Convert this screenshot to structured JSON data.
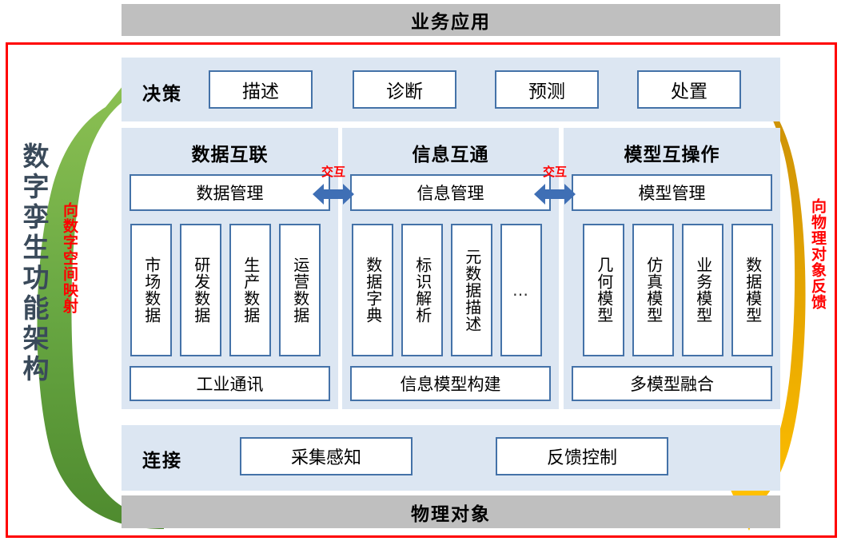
{
  "diagram": {
    "title_vertical": "数字孪生功能架构",
    "top_bar": "业务应用",
    "bottom_bar": "物理对象",
    "left_flow_label": "向数字空间映射",
    "right_flow_label": "向物理对象反馈",
    "colors": {
      "frame_red": "#ff0000",
      "gray_bar": "#bfbfbf",
      "panel_blue": "#dce6f2",
      "box_border": "#4472a8",
      "arrow_green": "#70ad47",
      "arrow_gold": "#ffc000",
      "arrow_gold_dark": "#d4960a",
      "title_color": "#3a4a5a",
      "accent_red": "#ff0000",
      "interaction_arrow_blue": "#3f6fb5"
    }
  },
  "decision_row": {
    "label": "决策",
    "items": [
      "描述",
      "诊断",
      "预测",
      "处置"
    ]
  },
  "columns": [
    {
      "header": "数据互联",
      "management": "数据管理",
      "items": [
        "市场数据",
        "研发数据",
        "生产数据",
        "运营数据"
      ],
      "footer": "工业通讯"
    },
    {
      "header": "信息互通",
      "management": "信息管理",
      "items": [
        "数据字典",
        "标识解析",
        "元数据描述",
        "…"
      ],
      "footer": "信息模型构建"
    },
    {
      "header": "模型互操作",
      "management": "模型管理",
      "items": [
        "几何模型",
        "仿真模型",
        "业务模型",
        "数据模型"
      ],
      "footer": "多模型融合"
    }
  ],
  "interactions": [
    {
      "label": "交互",
      "icon": "double-arrow-horizontal"
    },
    {
      "label": "交互",
      "icon": "double-arrow-horizontal"
    }
  ],
  "connect_row": {
    "label": "连接",
    "items": [
      "采集感知",
      "反馈控制"
    ]
  }
}
